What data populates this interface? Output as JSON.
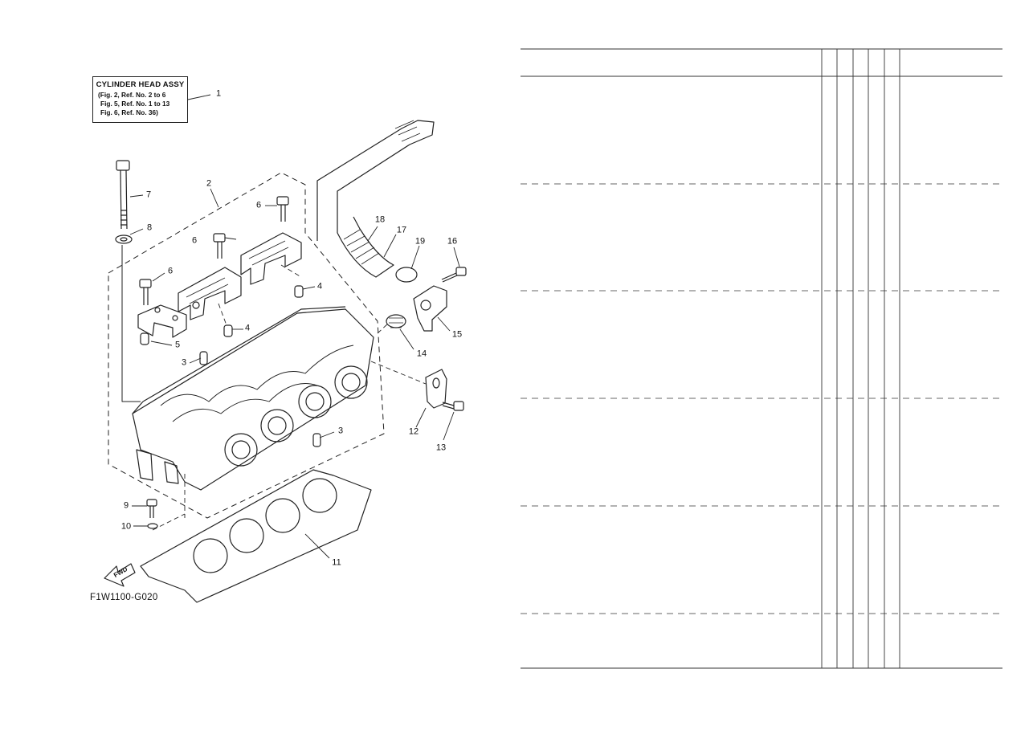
{
  "label_box": {
    "title": "CYLINDER HEAD ASSY",
    "lines": [
      "(Fig. 2, Ref. No. 2 to 6",
      "Fig. 5, Ref. No. 1 to 13",
      "Fig. 6, Ref. No. 36)"
    ]
  },
  "callouts": {
    "c1": "1",
    "c2": "2",
    "c3a": "3",
    "c3b": "3",
    "c4a": "4",
    "c4b": "4",
    "c5": "5",
    "c6a": "6",
    "c6b": "6",
    "c6c": "6",
    "c7": "7",
    "c8": "8",
    "c9": "9",
    "c10": "10",
    "c11": "11",
    "c12": "12",
    "c13": "13",
    "c14": "14",
    "c15": "15",
    "c16": "16",
    "c17": "17",
    "c18": "18",
    "c19": "19"
  },
  "figure_code": "F1W1100-G020",
  "fwd_label": "FWD",
  "table": {
    "row_groups": 6,
    "qty_columns": 5
  }
}
